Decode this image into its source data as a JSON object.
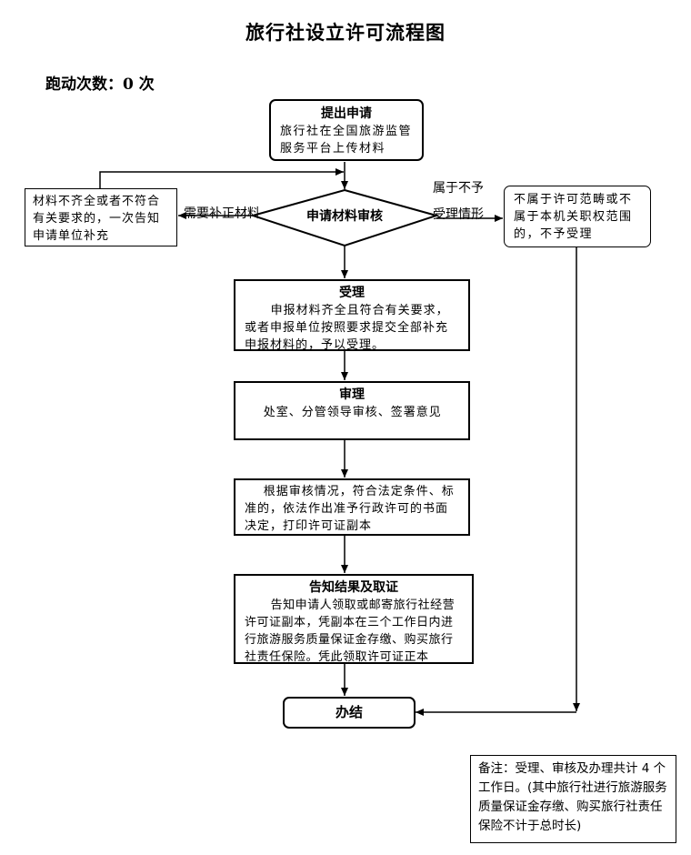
{
  "title": "旅行社设立许可流程图",
  "run_count": "跑动次数：0 次",
  "nodes": {
    "submit": {
      "title": "提出申请",
      "body": "旅行社在全国旅游监管服务平台上传材料"
    },
    "review": {
      "title": "申请材料审核"
    },
    "supplement": {
      "body": "材料不齐全或者不符合有关要求的，一次告知申请单位补充"
    },
    "reject": {
      "body": "不属于许可范畴或不属于本机关职权范围的，不予受理"
    },
    "accept": {
      "title": "受理",
      "body": "申报材料齐全且符合有关要求，或者申报单位按照要求提交全部补充申报材料的，予以受理。"
    },
    "examine": {
      "title": "审理",
      "body": "处室、分管领导审核、签署意见"
    },
    "decide": {
      "body": "根据审核情况，符合法定条件、标准的，依法作出准予行政许可的书面决定，打印许可证副本"
    },
    "notify": {
      "title": "告知结果及取证",
      "body": "告知申请人领取或邮寄旅行社经营许可证副本，凭副本在三个工作日内进行旅游服务质量保证金存缴、购买旅行社责任保险。凭此领取许可证正本"
    },
    "finish": {
      "title": "办结"
    }
  },
  "edge_labels": {
    "need_supplement": "需要补正材料",
    "not_belong_1": "属于不予",
    "not_belong_2": "受理情形"
  },
  "note": "备注：受理、审核及办理共计 4 个工作日。(其中旅行社进行旅游服务质量保证金存缴、购买旅行社责任保险不计于总时长)"
}
